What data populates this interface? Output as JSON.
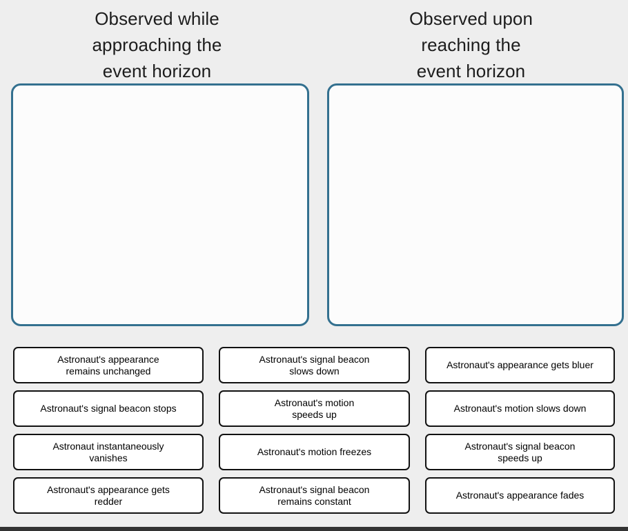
{
  "page": {
    "background_color": "#eeeeee",
    "dropzone_border_color": "#33708f",
    "tile_border_color": "#111111"
  },
  "headings": [
    {
      "id": "approaching",
      "text": "Observed while\napproaching the\nevent horizon"
    },
    {
      "id": "reaching",
      "text": "Observed upon\nreaching  the\nevent horizon"
    }
  ],
  "dropzones": [
    {
      "id": "dropzone-approaching",
      "content": ""
    },
    {
      "id": "dropzone-reaching",
      "content": ""
    }
  ],
  "answer_bank": {
    "columns": [
      {
        "id": "column-1",
        "tiles": [
          {
            "id": "tile-appearance-unchanged",
            "label": "Astronaut's appearance\nremains unchanged"
          },
          {
            "id": "tile-beacon-stops",
            "label": "Astronaut's signal beacon stops"
          },
          {
            "id": "tile-instantaneously-vanishes",
            "label": "Astronaut instantaneously\nvanishes"
          },
          {
            "id": "tile-appearance-redder",
            "label": "Astronaut's appearance gets\nredder"
          }
        ]
      },
      {
        "id": "column-2",
        "tiles": [
          {
            "id": "tile-beacon-slows-down",
            "label": "Astronaut's signal beacon\nslows down"
          },
          {
            "id": "tile-motion-speeds-up",
            "label": "Astronaut's motion\nspeeds up"
          },
          {
            "id": "tile-motion-freezes",
            "label": "Astronaut's motion freezes"
          },
          {
            "id": "tile-beacon-constant",
            "label": "Astronaut's signal beacon\nremains constant"
          }
        ]
      },
      {
        "id": "column-3",
        "tiles": [
          {
            "id": "tile-appearance-bluer",
            "label": "Astronaut's appearance gets bluer"
          },
          {
            "id": "tile-motion-slows-down",
            "label": "Astronaut's motion slows down"
          },
          {
            "id": "tile-beacon-speeds-up",
            "label": "Astronaut's signal beacon\nspeeds up"
          },
          {
            "id": "tile-appearance-fades",
            "label": "Astronaut's appearance fades"
          }
        ]
      }
    ]
  }
}
